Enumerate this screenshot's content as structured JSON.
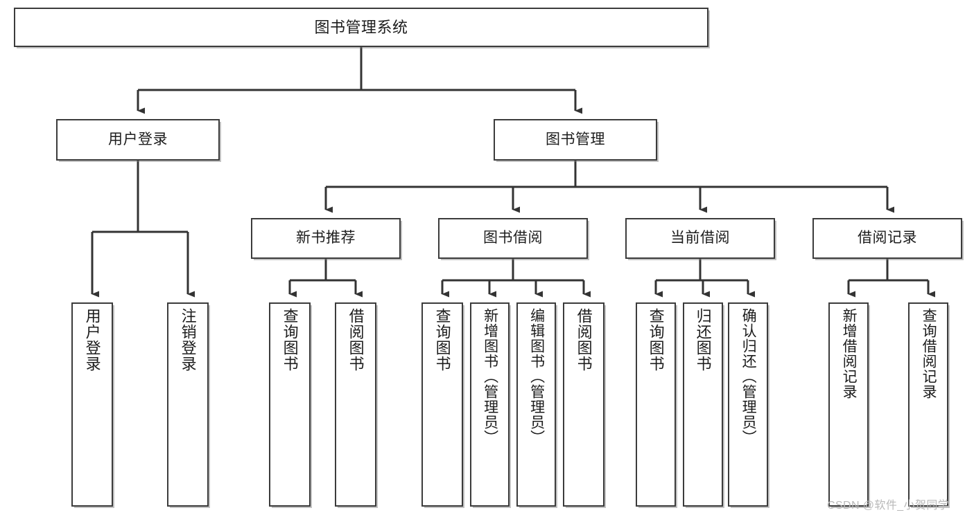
{
  "diagram": {
    "title": "图书管理系统",
    "type": "hierarchy-tree",
    "watermark": "CSDN @软件_小贺同学",
    "colors": {
      "box_border": "#3b3b3b",
      "box_fill": "#ffffff",
      "connector": "#333333",
      "text": "#1c1c1c",
      "watermark": "#b9b9b9",
      "background": "#ffffff"
    },
    "nodes": {
      "root": {
        "label": "图书管理系统"
      },
      "level2": [
        {
          "label": "用户登录"
        },
        {
          "label": "图书管理"
        }
      ],
      "level3": [
        {
          "label": "新书推荐"
        },
        {
          "label": "图书借阅"
        },
        {
          "label": "当前借阅"
        },
        {
          "label": "借阅记录"
        }
      ],
      "leaves": {
        "user_login": [
          {
            "label": "用户登录"
          },
          {
            "label": "注销登录"
          }
        ],
        "new_book_rec": [
          {
            "label": "查询图书"
          },
          {
            "label": "借阅图书"
          }
        ],
        "book_borrow": [
          {
            "label": "查询图书"
          },
          {
            "label": "新增图书（管理员）"
          },
          {
            "label": "编辑图书（管理员）"
          },
          {
            "label": "借阅图书"
          }
        ],
        "current_borrow": [
          {
            "label": "查询图书"
          },
          {
            "label": "归还图书"
          },
          {
            "label": "确认归还（管理员）"
          }
        ],
        "borrow_record": [
          {
            "label": "新增借阅记录"
          },
          {
            "label": "查询借阅记录"
          }
        ]
      }
    }
  }
}
